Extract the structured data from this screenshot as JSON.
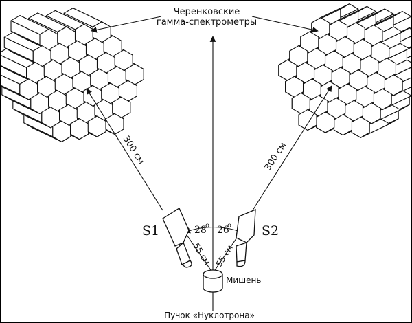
{
  "title_line1": "Черенковские",
  "title_line2": "гамма-спектрометры",
  "distance_left": "300 см",
  "distance_right": "300 см",
  "counter_left": "S1",
  "counter_right": "S2",
  "angle_left": "28",
  "angle_right": "26",
  "degree_mark": "o",
  "short_left": "55 см",
  "short_right": "55 см",
  "target_label": "Мишень",
  "beam_label": "Пучок «Нуклотрона»"
}
